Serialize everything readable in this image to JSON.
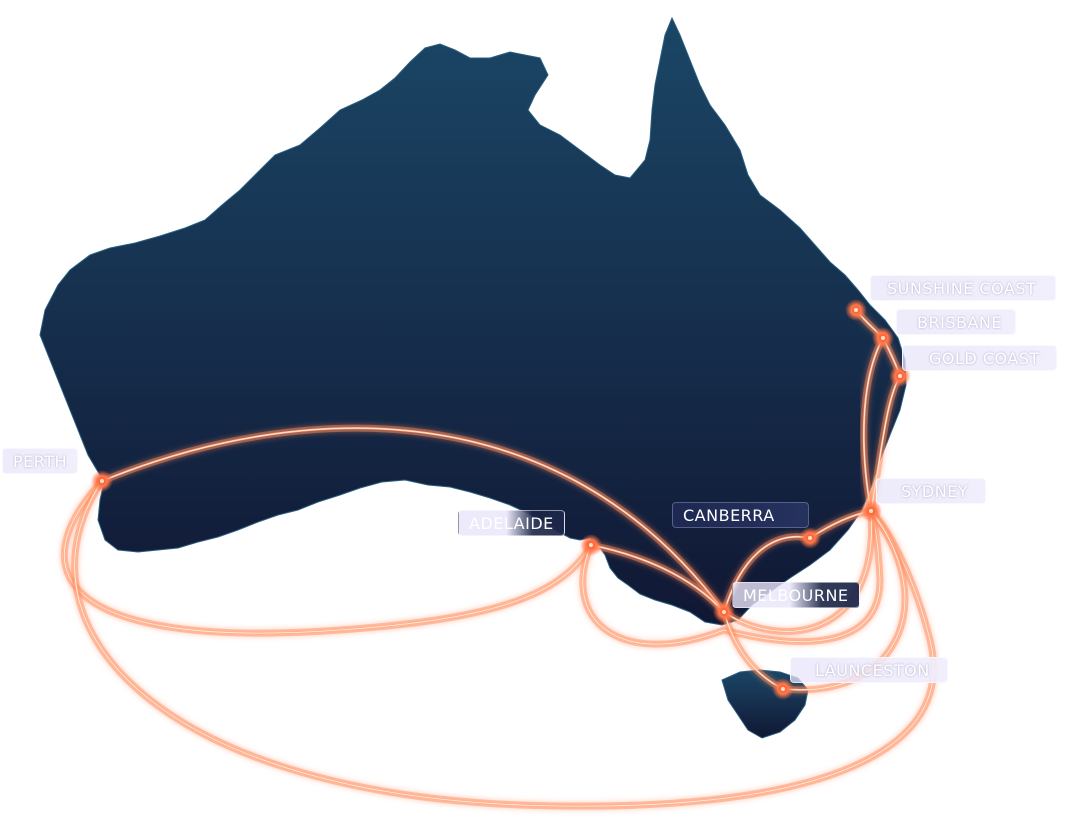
{
  "map": {
    "colors": {
      "land_top": "#1b4666",
      "land_bottom": "#101733",
      "route": "#ff8a5c",
      "route_glow": "#ffb089",
      "node": "#ff6a3d",
      "node_core": "#ffe2c9"
    },
    "cities": [
      {
        "id": "perth",
        "name": "PERTH"
      },
      {
        "id": "adelaide",
        "name": "ADELAIDE"
      },
      {
        "id": "melbourne",
        "name": "MELBOURNE"
      },
      {
        "id": "canberra",
        "name": "CANBERRA"
      },
      {
        "id": "sydney",
        "name": "SYDNEY"
      },
      {
        "id": "brisbane",
        "name": "BRISBANE"
      },
      {
        "id": "sunshine_coast",
        "name": "SUNSHINE COAST"
      },
      {
        "id": "gold_coast",
        "name": "GOLD COAST"
      },
      {
        "id": "launceston",
        "name": "LAUNCESTON"
      }
    ],
    "routes": [
      [
        "perth",
        "melbourne"
      ],
      [
        "perth",
        "adelaide"
      ],
      [
        "perth",
        "sydney"
      ],
      [
        "adelaide",
        "melbourne"
      ],
      [
        "adelaide",
        "sydney"
      ],
      [
        "melbourne",
        "canberra"
      ],
      [
        "melbourne",
        "sydney"
      ],
      [
        "melbourne",
        "launceston"
      ],
      [
        "canberra",
        "sydney"
      ],
      [
        "sydney",
        "brisbane"
      ],
      [
        "sydney",
        "gold_coast"
      ],
      [
        "sydney",
        "launceston"
      ],
      [
        "brisbane",
        "sunshine_coast"
      ],
      [
        "brisbane",
        "gold_coast"
      ]
    ]
  }
}
